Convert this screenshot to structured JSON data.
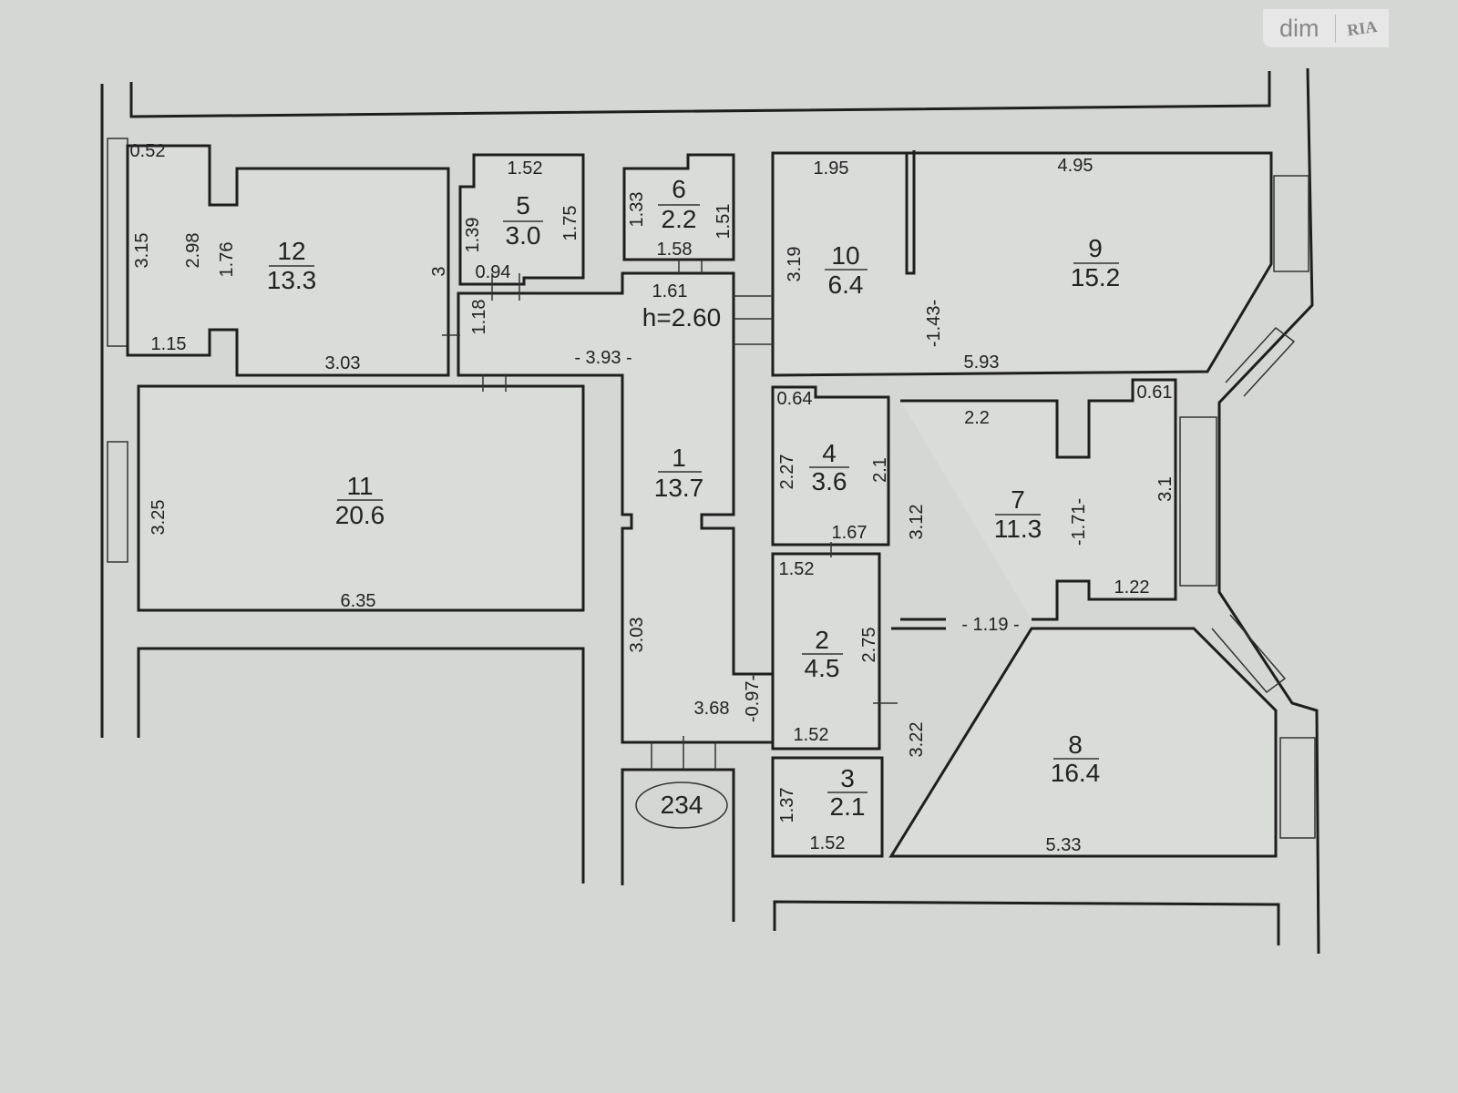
{
  "logo": {
    "brand": "dim",
    "partner": "RIA"
  },
  "plan": {
    "ceiling_height": "h=2.60",
    "building_number": "234",
    "rooms": [
      {
        "number": "1",
        "area": "13.7"
      },
      {
        "number": "2",
        "area": "4.5"
      },
      {
        "number": "3",
        "area": "2.1"
      },
      {
        "number": "4",
        "area": "3.6"
      },
      {
        "number": "5",
        "area": "3.0"
      },
      {
        "number": "6",
        "area": "2.2"
      },
      {
        "number": "7",
        "area": "11.3"
      },
      {
        "number": "8",
        "area": "16.4"
      },
      {
        "number": "9",
        "area": "15.2"
      },
      {
        "number": "10",
        "area": "6.4"
      },
      {
        "number": "11",
        "area": "20.6"
      },
      {
        "number": "12",
        "area": "13.3"
      }
    ],
    "dims": [
      "0.52",
      "3.15",
      "2.98",
      "1.76",
      "3",
      "1.15",
      "3.03",
      "1.52",
      "1.39",
      "1.75",
      "0.94",
      "1.33",
      "1.51",
      "1.58",
      "1.61",
      "1.18",
      "- 3.93 -",
      "1.95",
      "3.19",
      "4.95",
      "-1.43-",
      "5.93",
      "3.25",
      "6.35",
      "0.64",
      "2.27",
      "2.1",
      "1.67",
      "2.2",
      "0.61",
      "3.12",
      "-1.71-",
      "3.1",
      "1.22",
      "- 1.19 -",
      "1.52",
      "2.75",
      "3.03",
      "3.68",
      "-0.97-",
      "1.52",
      "3.22",
      "1.37",
      "1.52",
      "5.33"
    ]
  }
}
